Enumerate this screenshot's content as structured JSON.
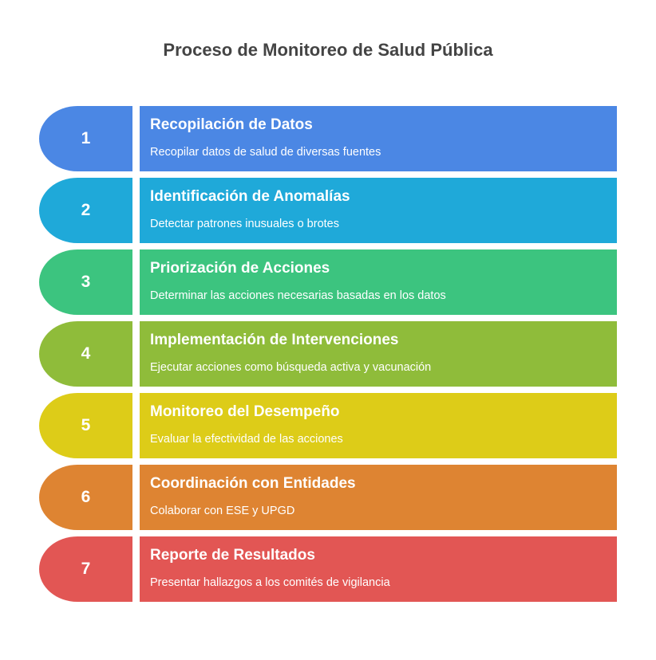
{
  "title": "Proceso de Monitoreo de Salud Pública",
  "steps": [
    {
      "number": "1",
      "title": "Recopilación de Datos",
      "description": "Recopilar datos de salud de diversas fuentes",
      "color": "#4B87E4"
    },
    {
      "number": "2",
      "title": "Identificación de Anomalías",
      "description": "Detectar patrones inusuales o brotes",
      "color": "#1FA9D9"
    },
    {
      "number": "3",
      "title": "Priorización de Acciones",
      "description": "Determinar las acciones necesarias basadas en los datos",
      "color": "#3CC47F"
    },
    {
      "number": "4",
      "title": "Implementación de Intervenciones",
      "description": "Ejecutar acciones como búsqueda activa y vacunación",
      "color": "#8FBC3A"
    },
    {
      "number": "5",
      "title": "Monitoreo del Desempeño",
      "description": "Evaluar la efectividad de las acciones",
      "color": "#DDCC18"
    },
    {
      "number": "6",
      "title": "Coordinación con Entidades",
      "description": "Colaborar con ESE y UPGD",
      "color": "#DE8432"
    },
    {
      "number": "7",
      "title": "Reporte de Resultados",
      "description": "Presentar hallazgos a los comités de vigilancia",
      "color": "#E25654"
    }
  ]
}
